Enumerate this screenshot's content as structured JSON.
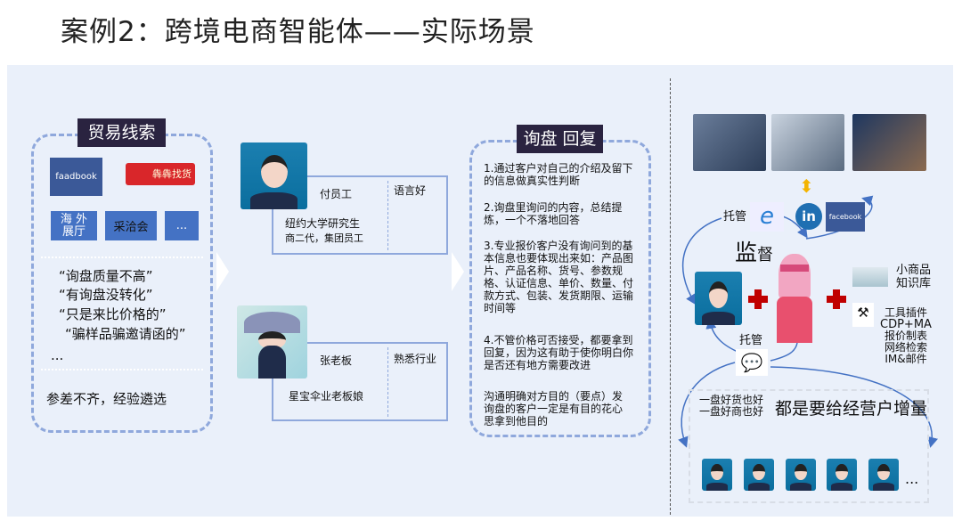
{
  "title": "案例2：跨境电商智能体——实际场景",
  "left": {
    "label": "贸易线索",
    "facebook_logo": "faadbook",
    "logo2": "犇犇找货",
    "buttons": [
      "海 外\n展厅",
      "采洽会",
      "..."
    ],
    "btn1_line1": "海 外",
    "btn1_line2": "展厅",
    "quotes": [
      "“询盘质量不高”",
      "“有询盘没转化”",
      "“只是来比价格的”",
      "“骗样品骗邀请函的”",
      "..."
    ],
    "footer": "参差不齐，经验遴选"
  },
  "cards": [
    {
      "name": "付员工",
      "tag": "语言好",
      "desc1": "纽约大学研究生",
      "desc2": "商二代，集团员工"
    },
    {
      "name": "张老板",
      "tag": "熟悉行业",
      "desc1": "星宝伞业老板娘",
      "desc2": ""
    }
  ],
  "reply": {
    "label": "询盘 回复",
    "items": [
      "1.通过客户对自己的介绍及留下的信息做真实性判断",
      "2.询盘里询问的内容，总结提炼，一个不落地回答",
      "3.专业报价客户没有询问到的基本信息也要体现出来如：产品图片、产品名称、货号、参数规格、认证信息、单价、数量、付款方式、包装、发货期限、运输时间等",
      "4.不管价格可否接受，都要拿到回复，因为这有助于使你明白你是否还有地方需要改进"
    ],
    "summary": "沟通明确对方目的（要点）发询盘的客户一定是有目的花心思拿到他目的"
  },
  "right": {
    "tuoguan_top": "托管",
    "jiandu_big": "监",
    "jiandu_small": "督",
    "facebook": "facebook",
    "linkedin": "in",
    "knowledge": "小商品\n知识库",
    "knowledge1": "小商品",
    "knowledge2": "知识库",
    "tools": [
      "工具插件",
      "CDP+MA",
      "报价制表",
      "网络检索",
      "IM&邮件"
    ],
    "tuoguan_bottom": "托管",
    "goods1": "一盘好货也好",
    "goods2": "一盘好商也好",
    "increase": "都是要给经营户增量",
    "more": "..."
  },
  "colors": {
    "accent": "#4472c4",
    "label_bg": "#2a2340",
    "cross": "#c00000",
    "panel": "#eaf0fa"
  }
}
